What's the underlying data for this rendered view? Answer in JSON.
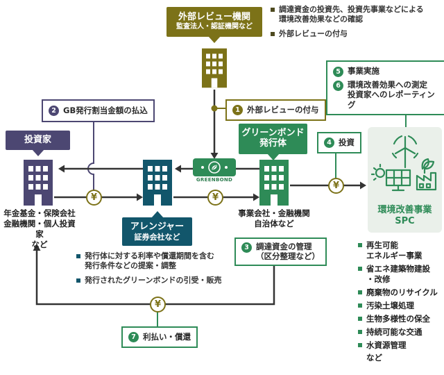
{
  "icons": {
    "yen": "¥"
  },
  "colors": {
    "olive": "#7c7218",
    "purple": "#4c4772",
    "teal": "#12566b",
    "green": "#2e8b57",
    "spc_bg": "#eaf0ea",
    "line": "#333333"
  },
  "external_review": {
    "title": "外部レビュー機関",
    "subtitle": "監査法人・認証機関など",
    "bullet1": "調達資金の投資先、投資先事業などによる\n環境改善効果などの確認",
    "bullet2": "外部レビューの付与"
  },
  "investor": {
    "label": "投資家",
    "desc": "年金基金・保険会社\n金融機関・個人投資家\nなど"
  },
  "arranger": {
    "label_line1": "アレンジャー",
    "label_line2": "証券会社など",
    "bullet1": "発行体に対する利率や償還期間を含む\n発行条件などの提案・調整",
    "bullet2": "発行されたグリーンボンドの引受・販売"
  },
  "issuer": {
    "label_line1": "グリーンボンド",
    "label_line2": "発行体",
    "desc": "事業会社・金融機関\n自治体など"
  },
  "greenbond_badge": "GREENBOND",
  "spc": {
    "title_line1": "環境改善事業",
    "title_line2": "SPC",
    "bullets": [
      "再生可能\nエネルギー事業",
      "省エネ建築物建設\n・改修",
      "廃棄物のリサイクル",
      "汚染土壌処理",
      "生物多様性の保全",
      "持続可能な交通",
      "水資源管理"
    ],
    "footer": "など"
  },
  "steps": {
    "s1": {
      "num": "1",
      "label": "外部レビューの付与"
    },
    "s2": {
      "num": "2",
      "label": "GB発行割当金額の払込"
    },
    "s3": {
      "num": "3",
      "label": "調達資金の管理\n（区分整理など）"
    },
    "s4": {
      "num": "4",
      "label": "投資"
    },
    "s5": {
      "num": "5",
      "label": "事業実施"
    },
    "s6": {
      "num": "6",
      "label": "環境改善効果への測定\n投資家へのレポーティング"
    },
    "s7": {
      "num": "7",
      "label": "利払い・償還"
    }
  }
}
